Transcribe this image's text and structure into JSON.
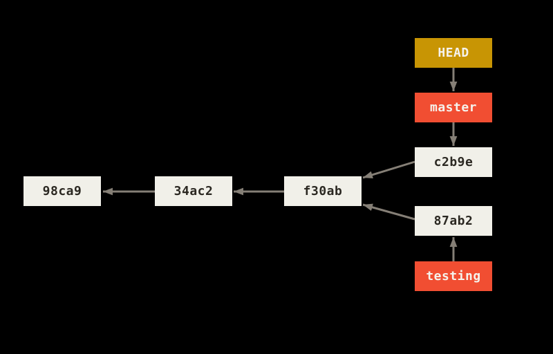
{
  "colors": {
    "background": "#000000",
    "head_fill": "#c89504",
    "branch_fill": "#f14e32",
    "commit_fill": "#f1f0e9",
    "light_text": "#f5f2ec",
    "dark_text": "#2b2822",
    "arrow": "#857f76"
  },
  "nodes": {
    "head": {
      "label": "HEAD",
      "kind": "head-pointer"
    },
    "master": {
      "label": "master",
      "kind": "branch"
    },
    "testing": {
      "label": "testing",
      "kind": "branch"
    },
    "c2b9e": {
      "label": "c2b9e",
      "kind": "commit"
    },
    "87ab2": {
      "label": "87ab2",
      "kind": "commit"
    },
    "f30ab": {
      "label": "f30ab",
      "kind": "commit"
    },
    "34ac2": {
      "label": "34ac2",
      "kind": "commit"
    },
    "98ca9": {
      "label": "98ca9",
      "kind": "commit"
    }
  },
  "edges": [
    {
      "from": "HEAD",
      "to": "master"
    },
    {
      "from": "master",
      "to": "c2b9e"
    },
    {
      "from": "testing",
      "to": "87ab2"
    },
    {
      "from": "c2b9e",
      "to": "f30ab"
    },
    {
      "from": "87ab2",
      "to": "f30ab"
    },
    {
      "from": "f30ab",
      "to": "34ac2"
    },
    {
      "from": "34ac2",
      "to": "98ca9"
    }
  ]
}
